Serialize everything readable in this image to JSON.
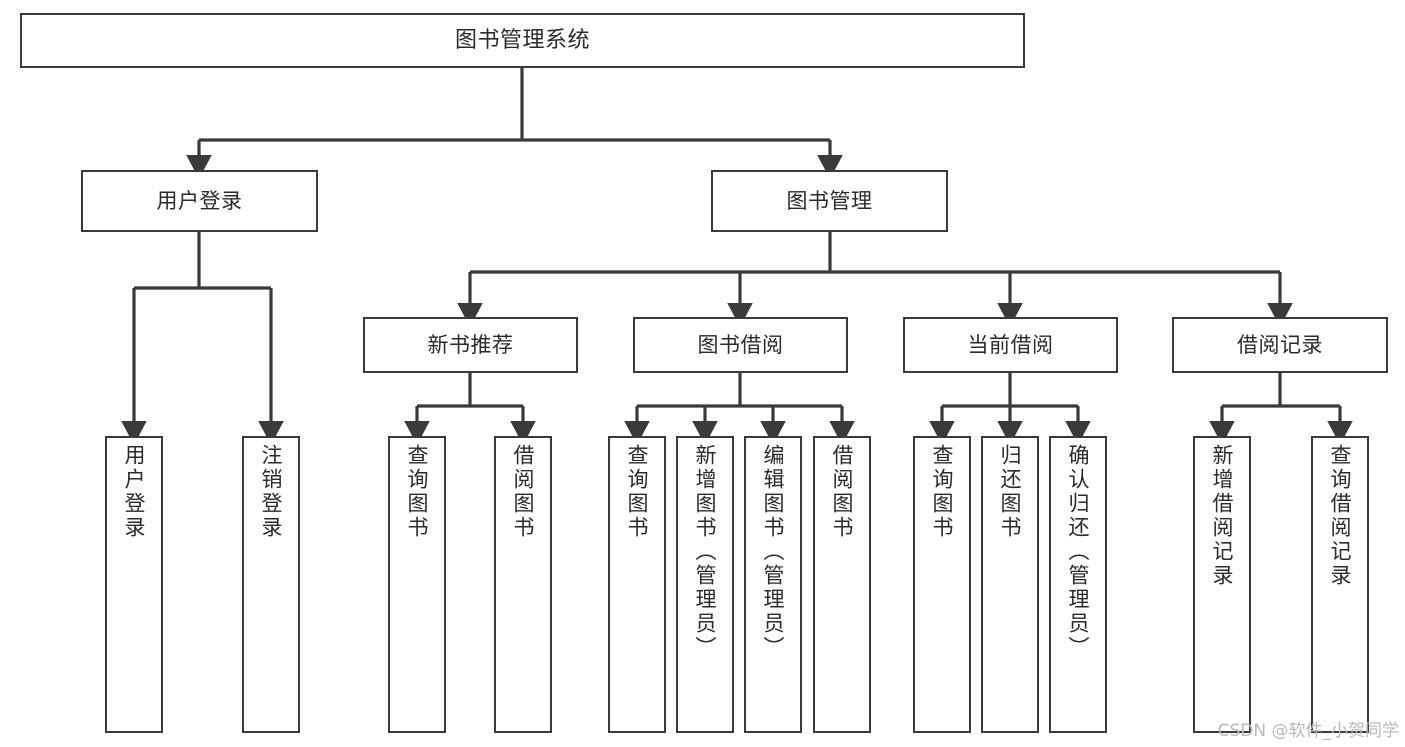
{
  "diagram": {
    "type": "tree",
    "title": "图书管理系统",
    "orientation": "top-down",
    "colors": {
      "box_border": "#3a3a3a",
      "box_fill": "#ffffff",
      "connector": "#3a3a3a",
      "text": "#2b2b2b",
      "watermark": "#b9b9b9"
    },
    "root": {
      "label": "图书管理系统"
    },
    "level2": [
      {
        "label": "用户登录"
      },
      {
        "label": "图书管理"
      }
    ],
    "level3": [
      {
        "label": "新书推荐"
      },
      {
        "label": "图书借阅"
      },
      {
        "label": "当前借阅"
      },
      {
        "label": "借阅记录"
      }
    ],
    "leaves": [
      {
        "label": "用户登录",
        "parent": "用户登录"
      },
      {
        "label": "注销登录",
        "parent": "用户登录"
      },
      {
        "label": "查询图书",
        "parent": "新书推荐"
      },
      {
        "label": "借阅图书",
        "parent": "新书推荐"
      },
      {
        "label": "查询图书",
        "parent": "图书借阅"
      },
      {
        "label": "新增图书（管理员）",
        "parent": "图书借阅"
      },
      {
        "label": "编辑图书（管理员）",
        "parent": "图书借阅"
      },
      {
        "label": "借阅图书",
        "parent": "图书借阅"
      },
      {
        "label": "查询图书",
        "parent": "当前借阅"
      },
      {
        "label": "归还图书",
        "parent": "当前借阅"
      },
      {
        "label": "确认归还（管理员）",
        "parent": "当前借阅"
      },
      {
        "label": "新增借阅记录",
        "parent": "借阅记录"
      },
      {
        "label": "查询借阅记录",
        "parent": "借阅记录"
      }
    ]
  },
  "watermark": {
    "text": "CSDN @软件_小贺同学"
  }
}
